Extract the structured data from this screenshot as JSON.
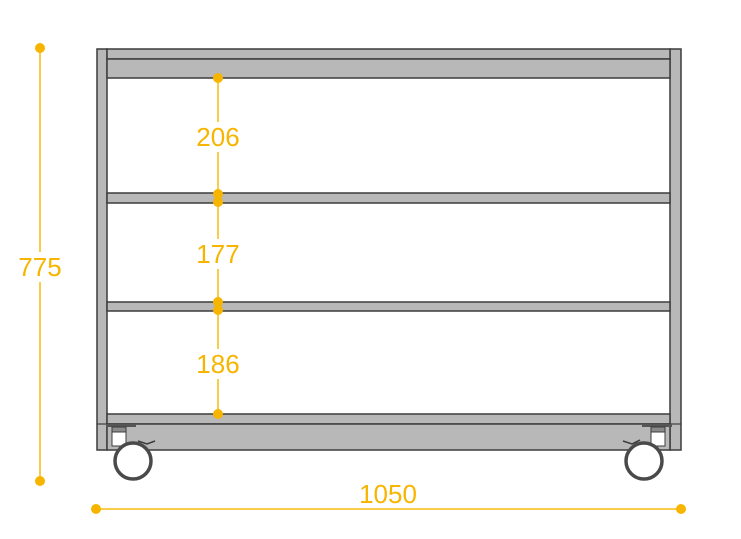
{
  "diagram": {
    "type": "furniture-elevation-drawing",
    "subject": "Mobile shelving cabinet on casters",
    "colors": {
      "dimension": "#f7b500",
      "dimension_line": "#f9cc4a",
      "panel_fill": "#b8b8b8",
      "panel_stroke": "#3c3c3c",
      "wheel_stroke": "#4a4a4a",
      "background": "#ffffff"
    },
    "dimensions": {
      "overall_height": {
        "label": "775",
        "value": 775,
        "unit": "mm"
      },
      "overall_width": {
        "label": "1050",
        "value": 1050,
        "unit": "mm"
      },
      "compartments": [
        {
          "label": "206",
          "value": 206,
          "unit": "mm",
          "position": "top"
        },
        {
          "label": "177",
          "value": 177,
          "unit": "mm",
          "position": "middle"
        },
        {
          "label": "186",
          "value": 186,
          "unit": "mm",
          "position": "bottom"
        }
      ]
    },
    "components": {
      "shelves": 3,
      "side_panels": 2,
      "casters": 2
    }
  }
}
